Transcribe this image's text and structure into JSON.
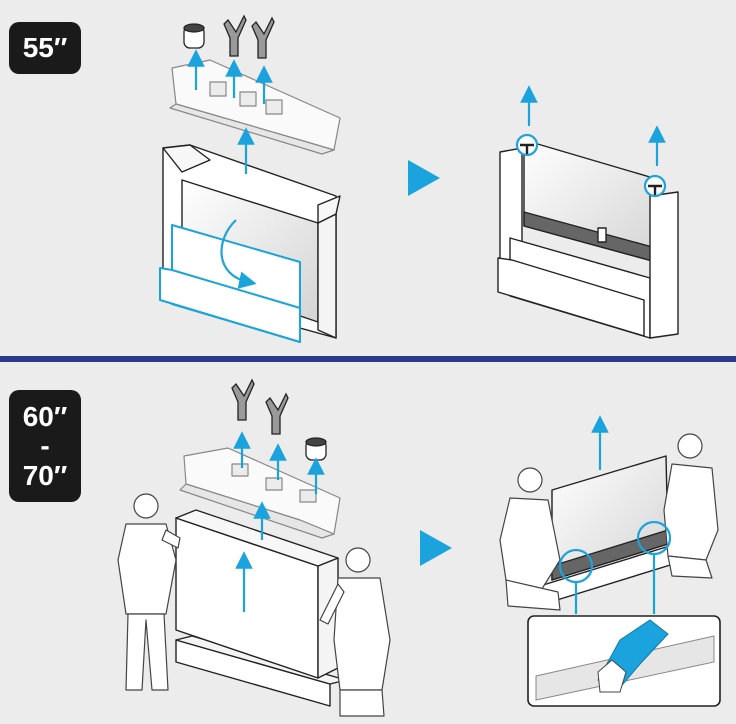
{
  "sections": [
    {
      "badge_lines": [
        "55″"
      ]
    },
    {
      "badge_lines": [
        "60″",
        "-",
        "70″"
      ]
    }
  ],
  "colors": {
    "accent": "#1aa3dd",
    "divider": "#2b3a8c",
    "badge_bg": "#1a1a1a",
    "background": "#ececec",
    "line": "#222222"
  }
}
